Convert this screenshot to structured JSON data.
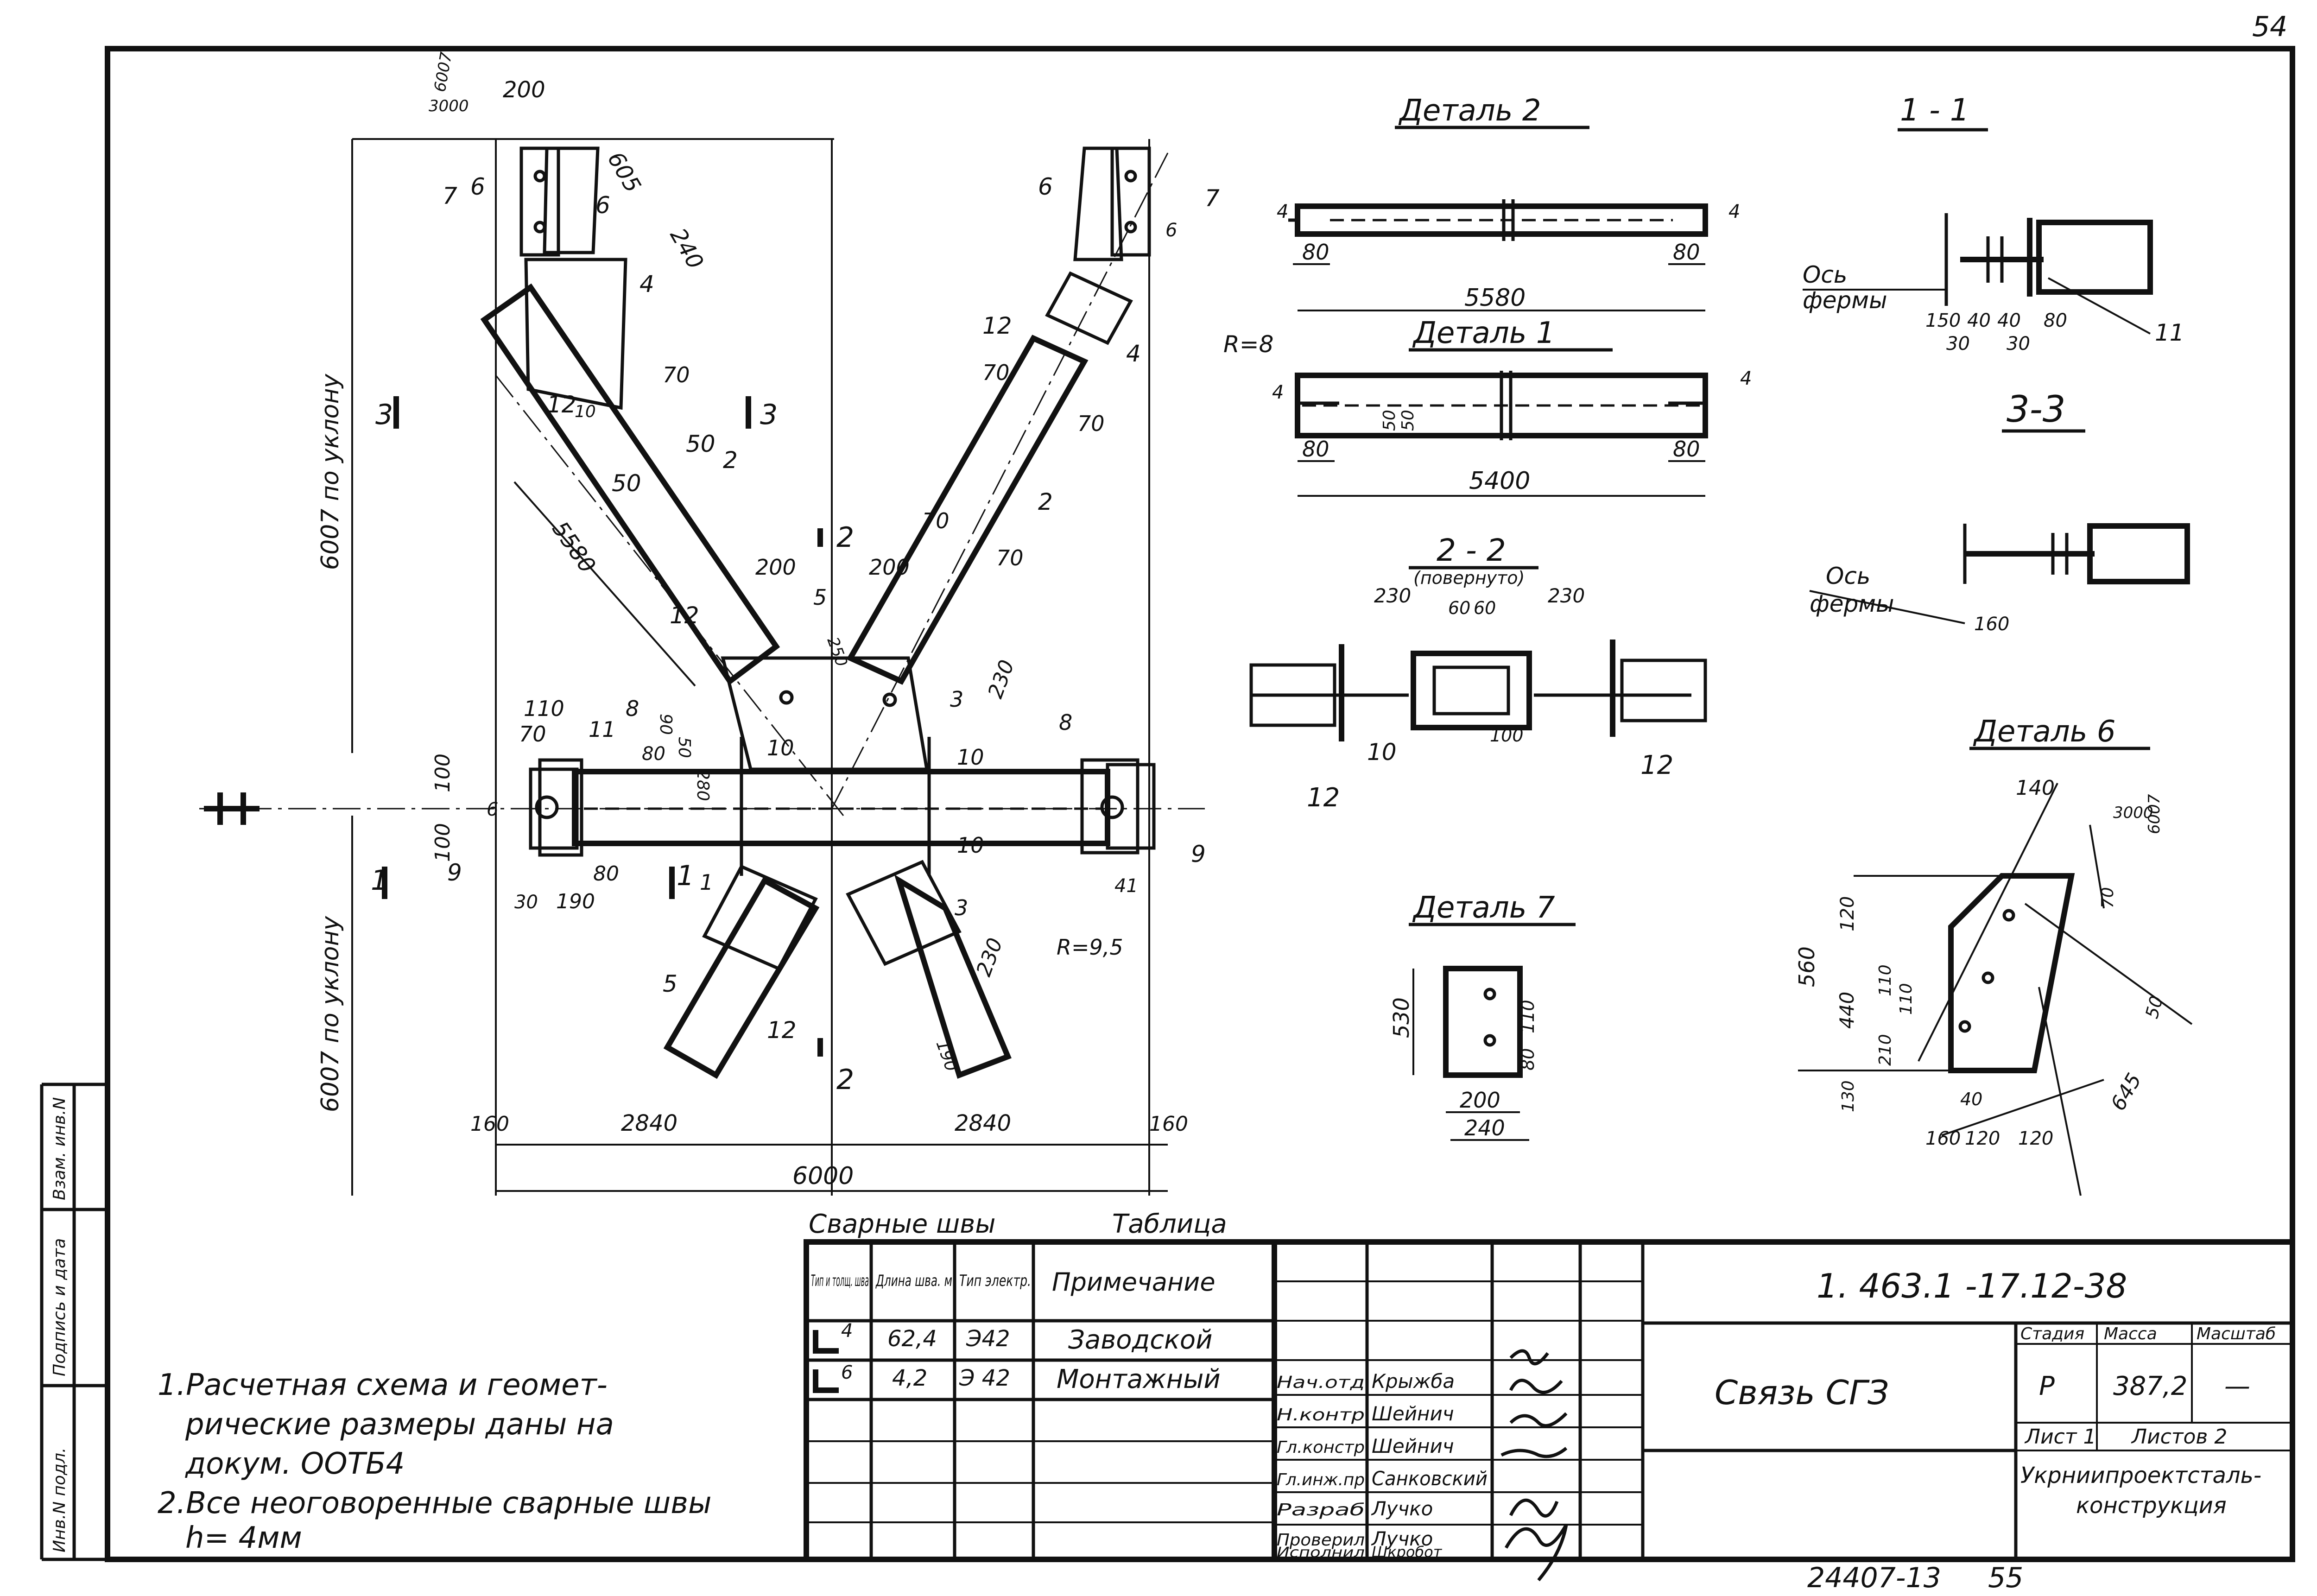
{
  "sheet": {
    "page_number": "54",
    "bottom_number": "24407-13",
    "bottom_page": "55"
  },
  "side_stamp": {
    "col1": "Инв.N подл.",
    "col2": "Подпись и дата",
    "col3": "Взам. инв.N"
  },
  "main_view": {
    "labels": {
      "d_200_top": "200",
      "d_605": "605",
      "d_240": "240",
      "slope_6007": "6007",
      "slope_3000": "3000",
      "n_6_a": "6",
      "n_7_a": "7",
      "n_6_b": "6",
      "n_4_a": "4",
      "n_6_c": "6",
      "n_7_b": "7",
      "n_4_b": "4",
      "n_6_d": "6",
      "n_12_a": "12",
      "n_12_b": "12",
      "d_70_a": "70",
      "d_70_b": "70",
      "d_70_c": "70",
      "d_70_d": "70",
      "d_70_e": "70",
      "d_10": "10",
      "d_50_a": "50",
      "d_50_b": "50",
      "n_2_a": "2",
      "n_2_b": "2",
      "d_5580": "5580",
      "sec3_left": "3",
      "sec3_right": "3",
      "sec2_top": "2",
      "sec2_bot": "2",
      "d_200_l": "200",
      "d_200_r": "200",
      "n_5_a": "5",
      "n_5_b": "5",
      "d_250": "250",
      "n_12_c": "12",
      "n_12_d": "12",
      "d_110": "110",
      "d_70_f": "70",
      "n_11": "11",
      "n_8_a": "8",
      "n_8_b": "8",
      "d_80_a": "80",
      "d_80_b": "80",
      "d_90": "90",
      "d_50_c": "50",
      "d_280": "280",
      "n_10_a": "10",
      "n_10_b": "10",
      "n_10_c": "10",
      "n_3_a": "3",
      "n_3_b": "3",
      "d_230_a": "230",
      "d_230_b": "230",
      "d_100_a": "100",
      "d_100_b": "100",
      "d_6": "6",
      "d_30": "30",
      "d_190": "190",
      "n_9_a": "9",
      "n_9_b": "9",
      "n_1_a": "1",
      "n_1_b": "1",
      "sec1_left": "1",
      "sec1_mid": "1",
      "d_41": "41",
      "r_95": "R=9,5",
      "d_190_b": "190",
      "slope_text_a": "6007 по уклону",
      "slope_text_b": "6007 по уклону",
      "d_160_l": "160",
      "d_2840_l": "2840",
      "d_2840_r": "2840",
      "d_160_r": "160",
      "d_6000": "6000"
    }
  },
  "detail2": {
    "title": "Деталь 2",
    "d_80_l": "80",
    "d_80_r": "80",
    "d_5580": "5580",
    "d_4_l": "4",
    "d_4_r": "4"
  },
  "detail1": {
    "title": "Деталь 1",
    "r8": "R=8",
    "d_4_l": "4",
    "d_4_r": "4",
    "d_50_a": "50",
    "d_50_b": "50",
    "d_80_l": "80",
    "d_80_r": "80",
    "d_5400": "5400"
  },
  "section11": {
    "title": "1 - 1",
    "axis_label_1": "Ось",
    "axis_label_2": "фермы",
    "d_150": "150",
    "d_40_a": "40",
    "d_40_b": "40",
    "d_80": "80",
    "d_30_a": "30",
    "d_30_b": "30",
    "n_11": "11"
  },
  "section33": {
    "title": "3-3",
    "axis_label_1": "Ось",
    "axis_label_2": "фермы",
    "d_160": "160"
  },
  "section22": {
    "title": "2 - 2",
    "subtitle": "(повернуто)",
    "d_230_l": "230",
    "d_230_r": "230",
    "d_60_a": "60",
    "d_60_b": "60",
    "n_10": "10",
    "d_100": "100",
    "n_12_l": "12",
    "n_12_r": "12"
  },
  "detail7": {
    "title": "Деталь 7",
    "d_530": "530",
    "d_110": "110",
    "d_80": "80",
    "d_200": "200",
    "d_240": "240"
  },
  "detail6": {
    "title": "Деталь 6",
    "d_140": "140",
    "slope_6007": "6007",
    "slope_3000": "3000",
    "d_70": "70",
    "d_120_v": "120",
    "d_560": "560",
    "d_440": "440",
    "d_110_a": "110",
    "d_110_b": "110",
    "d_210": "210",
    "d_130": "130",
    "d_40": "40",
    "d_50": "50",
    "d_645": "645",
    "d_160": "160",
    "d_120_a": "120",
    "d_120_b": "120"
  },
  "welds_table": {
    "title": "Сварные швы",
    "table_label": "Таблица",
    "headers": [
      "Тип и толщ. шва",
      "Длина шва. м",
      "Тип электр.",
      "Примечание"
    ],
    "rows": [
      {
        "type": "4",
        "length": "62,4",
        "electrode": "Э42",
        "note": "Заводской"
      },
      {
        "type": "6",
        "length": "4,2",
        "electrode": "Э 42",
        "note": "Монтажный"
      }
    ]
  },
  "notes": {
    "line1": "1.Расчетная схема и геомет-",
    "line2": "рические размеры даны на",
    "line3": "докум. ООТБ4",
    "line4": "2.Все неоговоренные сварные швы",
    "line5": "h= 4мм"
  },
  "title_block": {
    "doc_code": "1. 463.1 -17.12-38",
    "name": "Связь СГЗ",
    "stage_label": "Стадия",
    "mass_label": "Масса",
    "scale_label": "Масштаб",
    "stage": "Р",
    "mass": "387,2",
    "scale": "—",
    "sheet": "Лист 1",
    "sheets": "Листов 2",
    "org_1": "Укрниипроектсталь-",
    "org_2": "конструкция",
    "roles": [
      {
        "role": "Нач.отд",
        "name": "Крыжба"
      },
      {
        "role": "Н.контр",
        "name": "Шейнич"
      },
      {
        "role": "Гл.констр",
        "name": "Шейнич"
      },
      {
        "role": "Гл.инж.пр",
        "name": "Санковский"
      },
      {
        "role": "Разраб",
        "name": "Лучко"
      },
      {
        "role": "Проверил",
        "name": "Лучко"
      },
      {
        "role": "Исполнил",
        "name": "Шкробот"
      }
    ]
  }
}
